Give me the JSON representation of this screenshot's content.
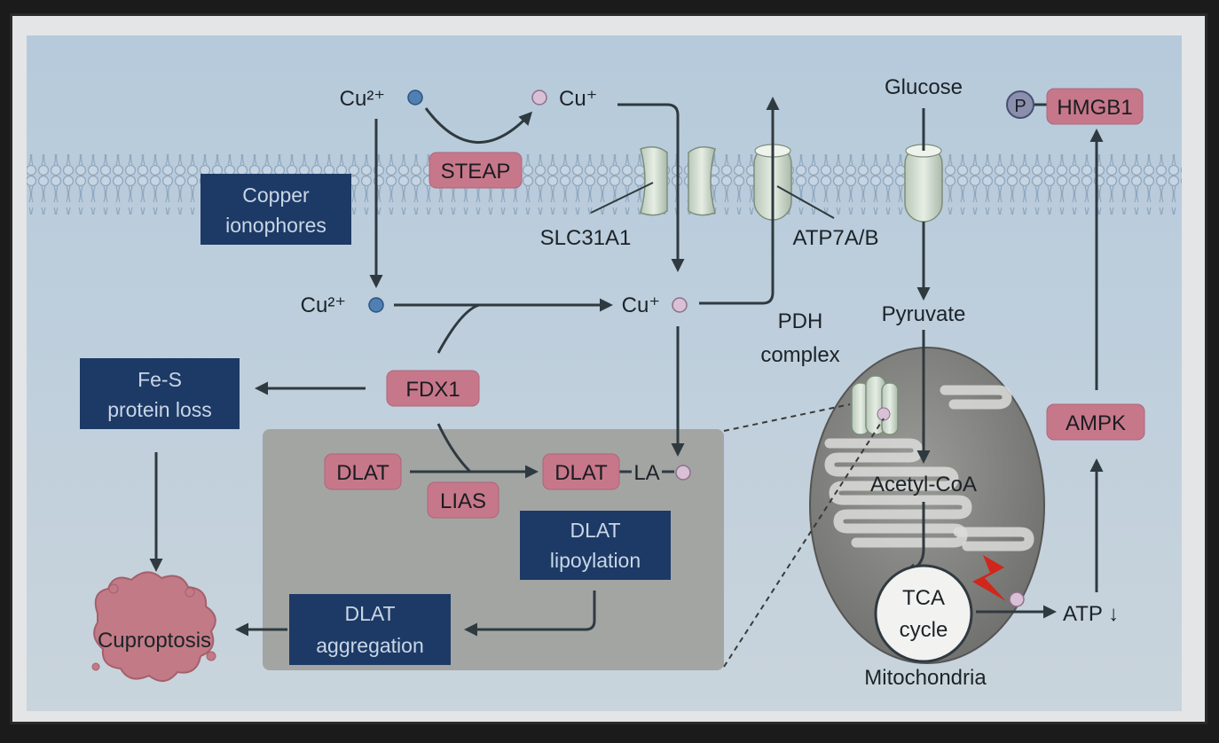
{
  "labels": {
    "cu2_top": "Cu²⁺",
    "cu1_top": "Cu⁺",
    "glucose": "Glucose",
    "phospho": "P",
    "cu2_mid": "Cu²⁺",
    "cu1_mid": "Cu⁺",
    "slc31a1": "SLC31A1",
    "atp7ab": "ATP7A/B",
    "pdh_line1": "PDH",
    "pdh_line2": "complex",
    "pyruvate": "Pyruvate",
    "acetyl_coa": "Acetyl-CoA",
    "la": "LA",
    "tca_line1": "TCA",
    "tca_line2": "cycle",
    "mitochondria": "Mitochondria",
    "atp": "ATP ↓",
    "cuproptosis": "Cuproptosis"
  },
  "proteins": {
    "steap": "STEAP",
    "hmgb1": "HMGB1",
    "fdx1": "FDX1",
    "dlat_left": "DLAT",
    "dlat_right": "DLAT",
    "lias": "LIAS",
    "ampk": "AMPK"
  },
  "boxes": {
    "copper_ionophores_1": "Copper",
    "copper_ionophores_2": "ionophores",
    "fes_1": "Fe-S",
    "fes_2": "protein loss",
    "dlat_lipoylation_1": "DLAT",
    "dlat_lipoylation_2": "lipoylation",
    "dlat_aggregation_1": "DLAT",
    "dlat_aggregation_2": "aggregation"
  },
  "colors": {
    "protein_pink": "#c6788a",
    "process_blue": "#1d3a66",
    "membrane_blue": "#9fb5cc",
    "mito_gray": "#7b7b79",
    "cu2_ion": "#4f7fb3",
    "cu1_ion": "#d9c0d6",
    "inhibition_red": "#d1261b"
  }
}
